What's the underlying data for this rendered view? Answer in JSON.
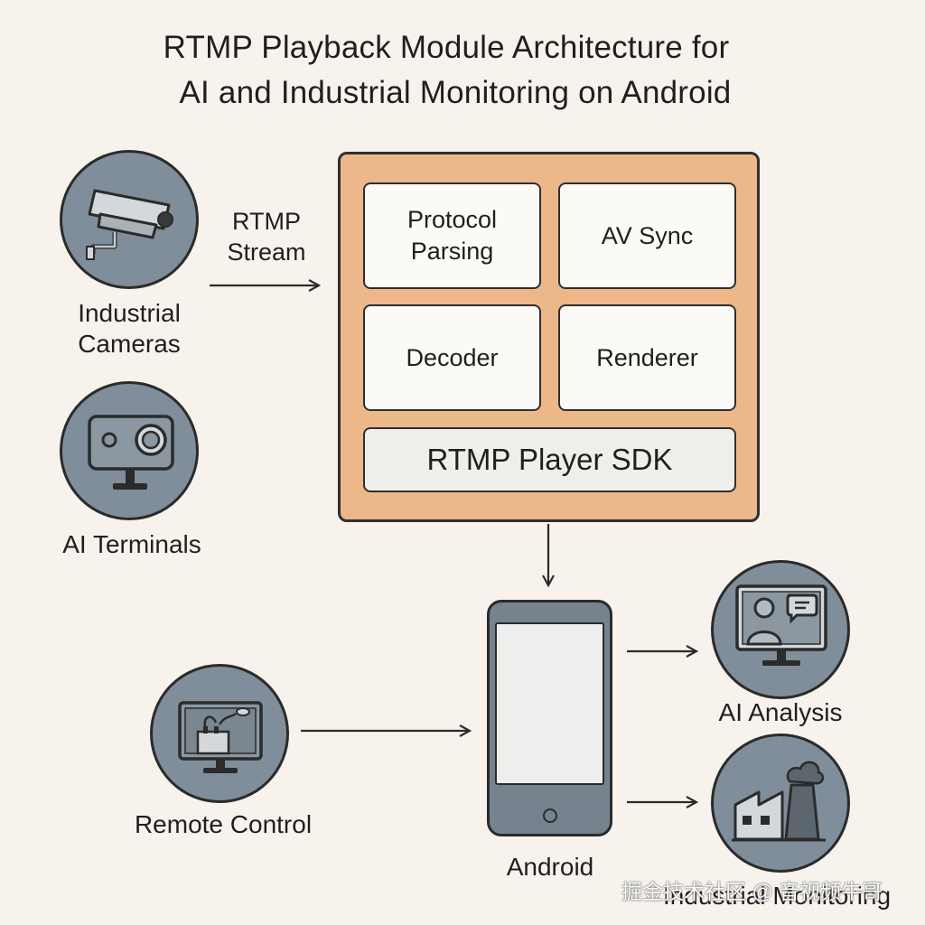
{
  "title": {
    "line1": "RTMP Playback Module Architecture for",
    "line2": "AI and Industrial Monitoring on Android"
  },
  "sources": {
    "industrial_cameras": "Industrial\nCameras",
    "ai_terminals": "AI Terminals",
    "remote_control": "Remote Control"
  },
  "stream_label": "RTMP\nStream",
  "module": {
    "protocol_parsing": "Protocol\nParsing",
    "av_sync": "AV Sync",
    "decoder": "Decoder",
    "renderer": "Renderer",
    "sdk": "RTMP Player SDK"
  },
  "device": {
    "label": "Android"
  },
  "outputs": {
    "ai_analysis": "AI Analysis",
    "industrial_monitoring": "Industrial Monitoring"
  },
  "watermark": "掘金技术社区 @ 音视频牛哥",
  "colors": {
    "background": "#f7f3ec",
    "module_fill": "#ecb889",
    "circle_fill": "#7f8e9a",
    "outline": "#2b2b2b"
  },
  "icons": [
    "cctv-camera-icon",
    "webcam-icon",
    "monitor-control-icon",
    "phone-icon",
    "video-chat-monitor-icon",
    "factory-icon"
  ]
}
